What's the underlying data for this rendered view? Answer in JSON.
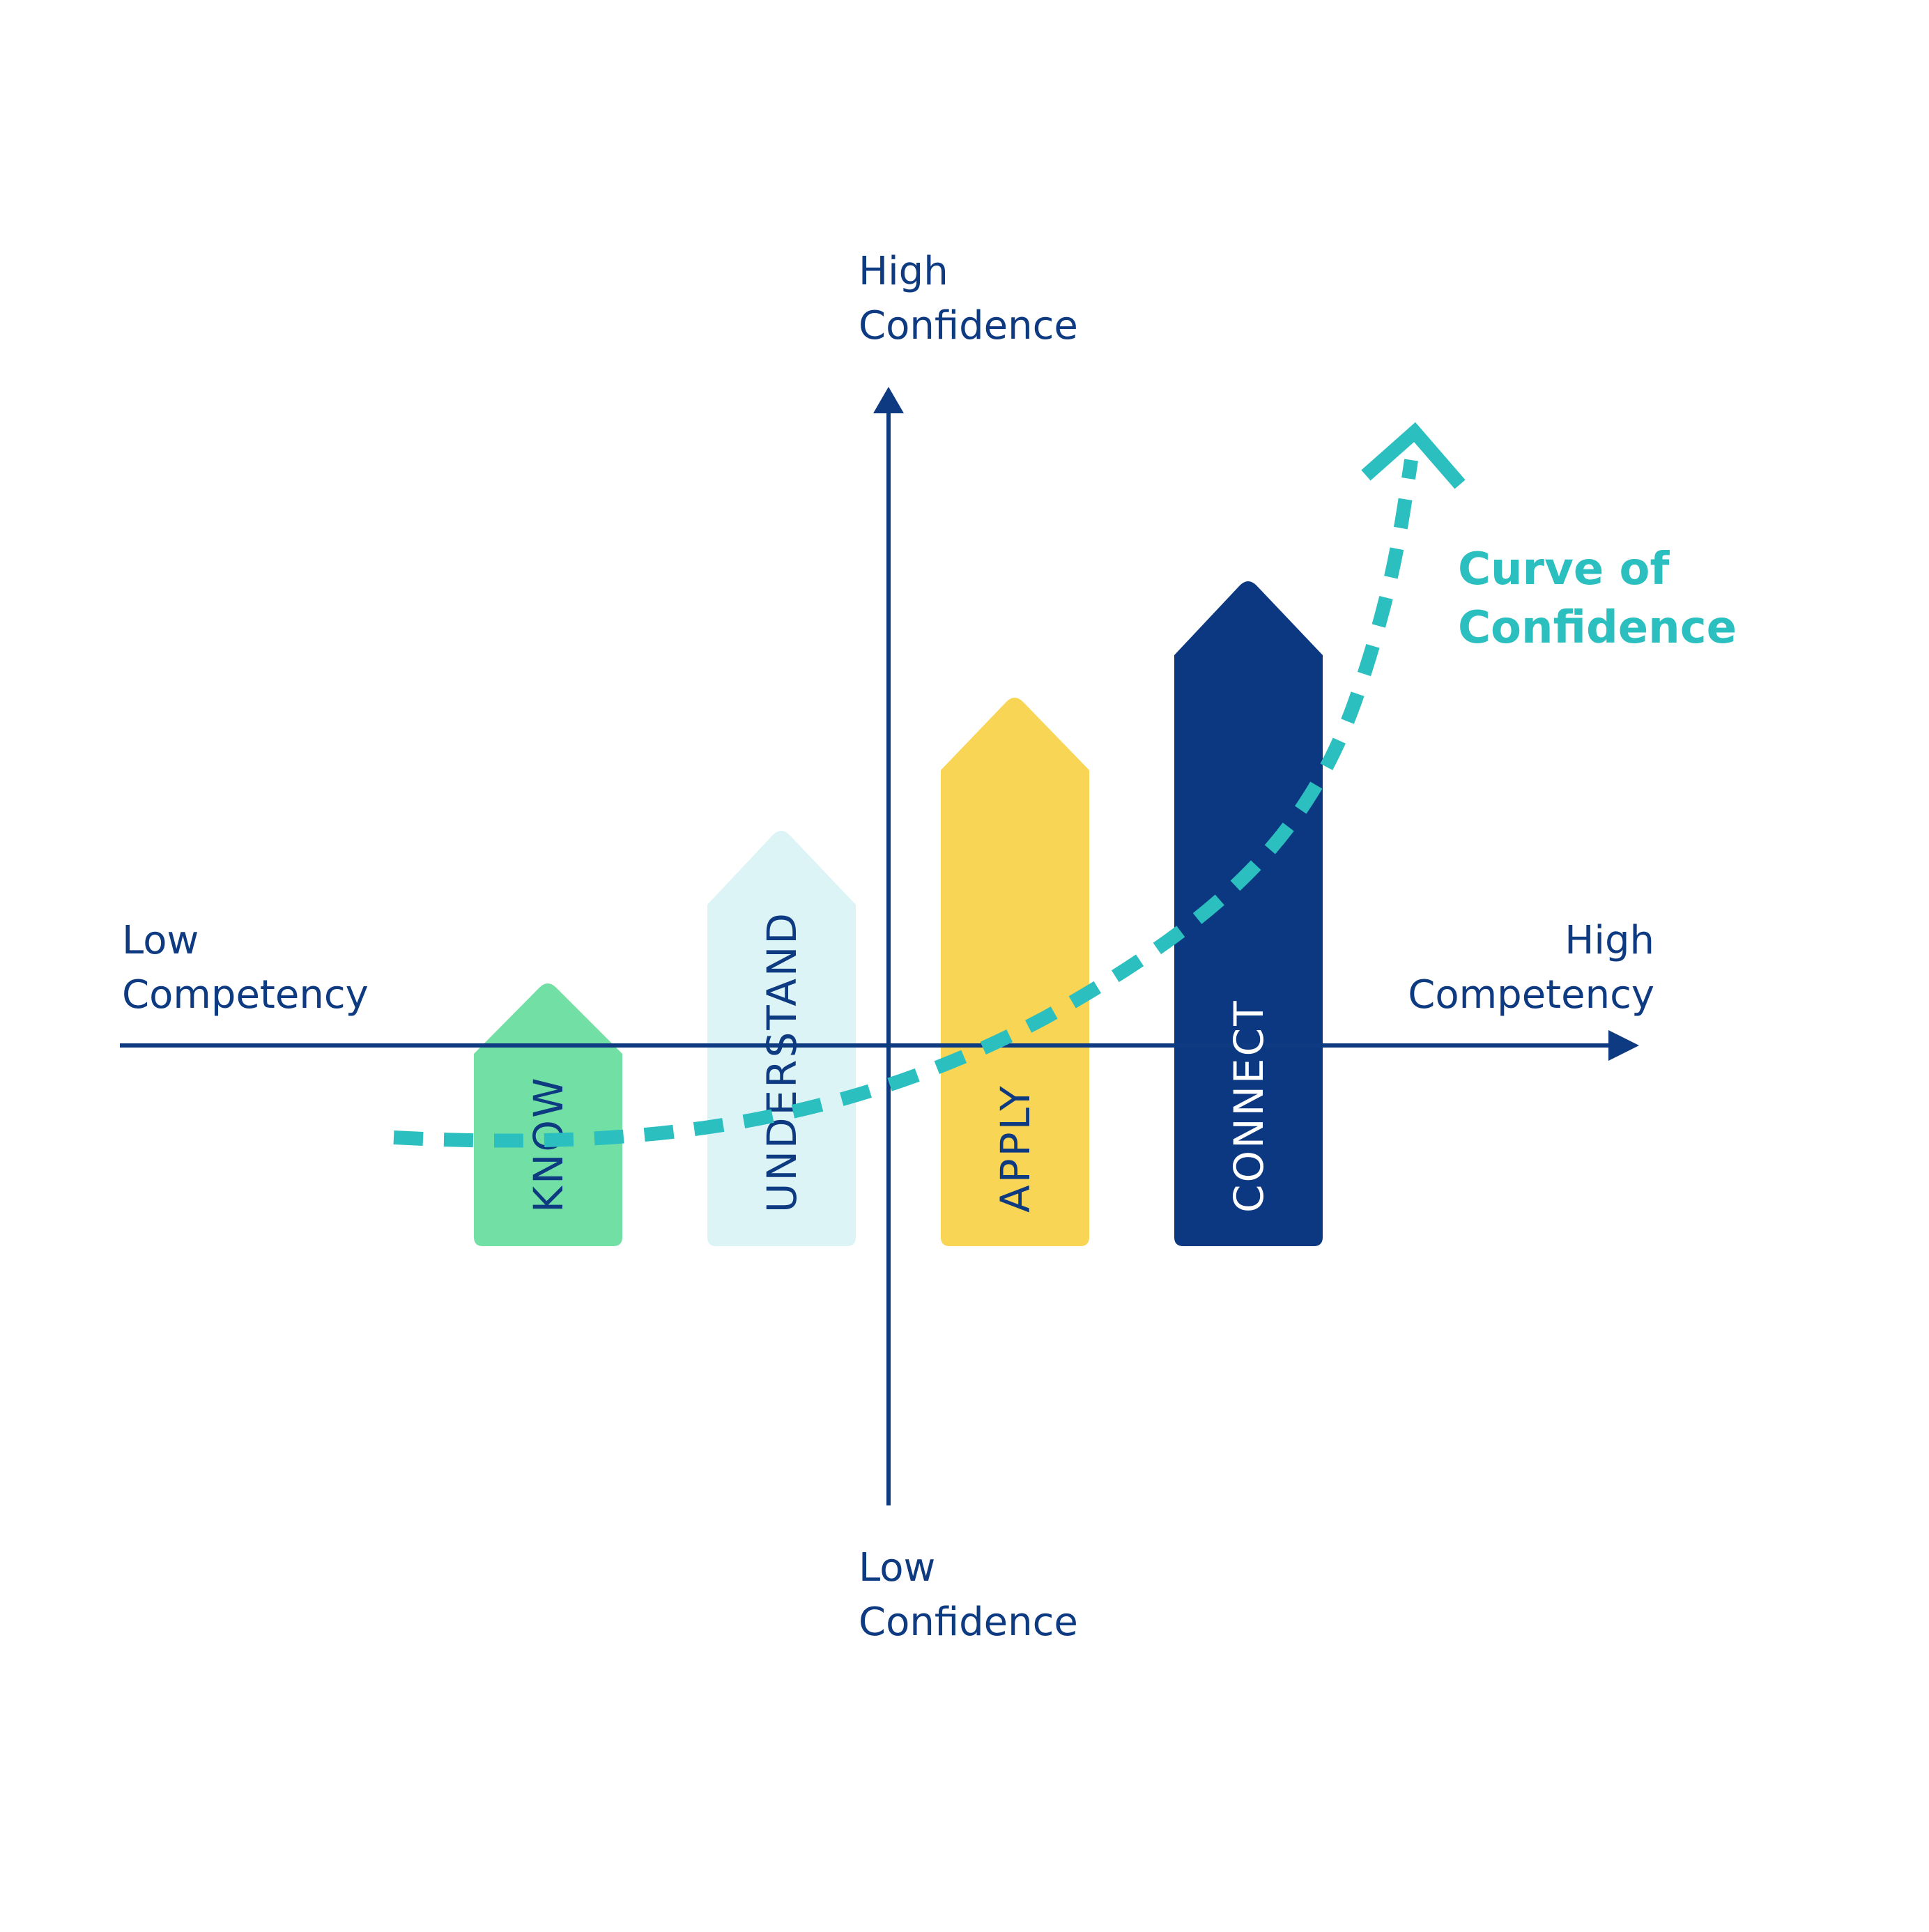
{
  "axes": {
    "y_top_label": [
      "High",
      "Confidence"
    ],
    "y_bottom_label": [
      "Low",
      "Confidence"
    ],
    "x_left_label": [
      "Low",
      "Competency"
    ],
    "x_right_label": [
      "High",
      "Competency"
    ]
  },
  "curve": {
    "label": [
      "Curve of",
      "Confidence"
    ],
    "color": "#2bbfbf",
    "style": "dashed"
  },
  "stages": [
    {
      "label": "KNOW",
      "fill": "#72e0a4",
      "text_color": "#0d3a80"
    },
    {
      "label": "UNDERSTAND",
      "fill": "#dcf4f6",
      "text_color": "#0d3a80"
    },
    {
      "label": "APPLY",
      "fill": "#f9d556",
      "text_color": "#0d3a80"
    },
    {
      "label": "CONNECT",
      "fill": "#0b3880",
      "text_color": "#ffffff"
    }
  ],
  "colors": {
    "axis": "#0d3a80",
    "curve": "#2bbfbf"
  }
}
